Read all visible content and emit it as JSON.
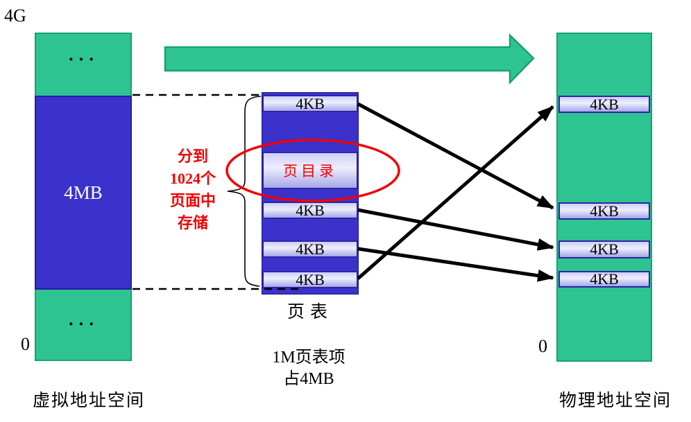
{
  "colors": {
    "green": "#2ec492",
    "green-border": "#17a173",
    "blue": "#3b32cb",
    "blue-border": "#251e9e",
    "strip-border": "#2b24a5",
    "strip-top": "#cdcdf6",
    "strip-mid": "#eeeefd",
    "strip-bottom": "#a6a6e8",
    "red": "#f20000",
    "black": "#000000"
  },
  "virtual_space": {
    "top_address": "4G",
    "bottom_address": "0",
    "ellipsis_top": "···",
    "ellipsis_bottom": "···",
    "block_label": "4MB",
    "caption": "虚拟地址空间"
  },
  "page_table": {
    "entries": [
      {
        "label": "4KB"
      },
      {
        "label": "页目录"
      },
      {
        "label": "4KB"
      },
      {
        "label": "4KB"
      },
      {
        "label": "4KB"
      }
    ],
    "caption": "页表",
    "size_note_line1": "1M页表项",
    "size_note_line2": "占4MB",
    "annotation_line1": "分到",
    "annotation_line2": "1024个",
    "annotation_line3": "页面中",
    "annotation_line4": "存储"
  },
  "physical_space": {
    "bottom_address": "0",
    "frames": [
      {
        "label": "4KB"
      },
      {
        "label": "4KB"
      },
      {
        "label": "4KB"
      },
      {
        "label": "4KB"
      }
    ],
    "caption": "物理地址空间"
  },
  "mappings": [
    {
      "from": "page-table-entry-0",
      "to": "physical-frame-1"
    },
    {
      "from": "page-table-entry-2",
      "to": "physical-frame-2"
    },
    {
      "from": "page-table-entry-3",
      "to": "physical-frame-3"
    },
    {
      "from": "page-table-entry-4",
      "to": "physical-frame-0"
    }
  ]
}
